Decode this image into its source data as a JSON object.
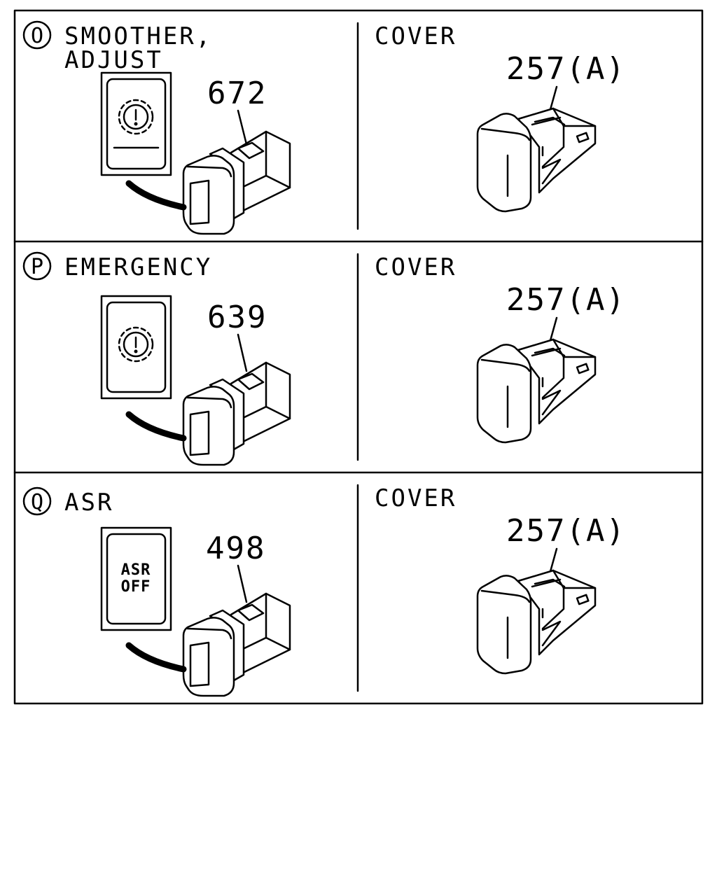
{
  "sections": [
    {
      "letter": "O",
      "title_lines": [
        "SMOOTHER,",
        "ADJUST"
      ],
      "part_number": "672",
      "icon": "gear-warning-icon",
      "cover_label": "COVER",
      "cover_part": "257(A)"
    },
    {
      "letter": "P",
      "title_lines": [
        "EMERGENCY"
      ],
      "part_number": "639",
      "icon": "gear-warning-icon",
      "cover_label": "COVER",
      "cover_part": "257(A)"
    },
    {
      "letter": "Q",
      "title_lines": [
        "ASR"
      ],
      "part_number": "498",
      "icon": "asr-off-text",
      "switch_text": [
        "ASR",
        "OFF"
      ],
      "cover_label": "COVER",
      "cover_part": "257(A)"
    }
  ]
}
